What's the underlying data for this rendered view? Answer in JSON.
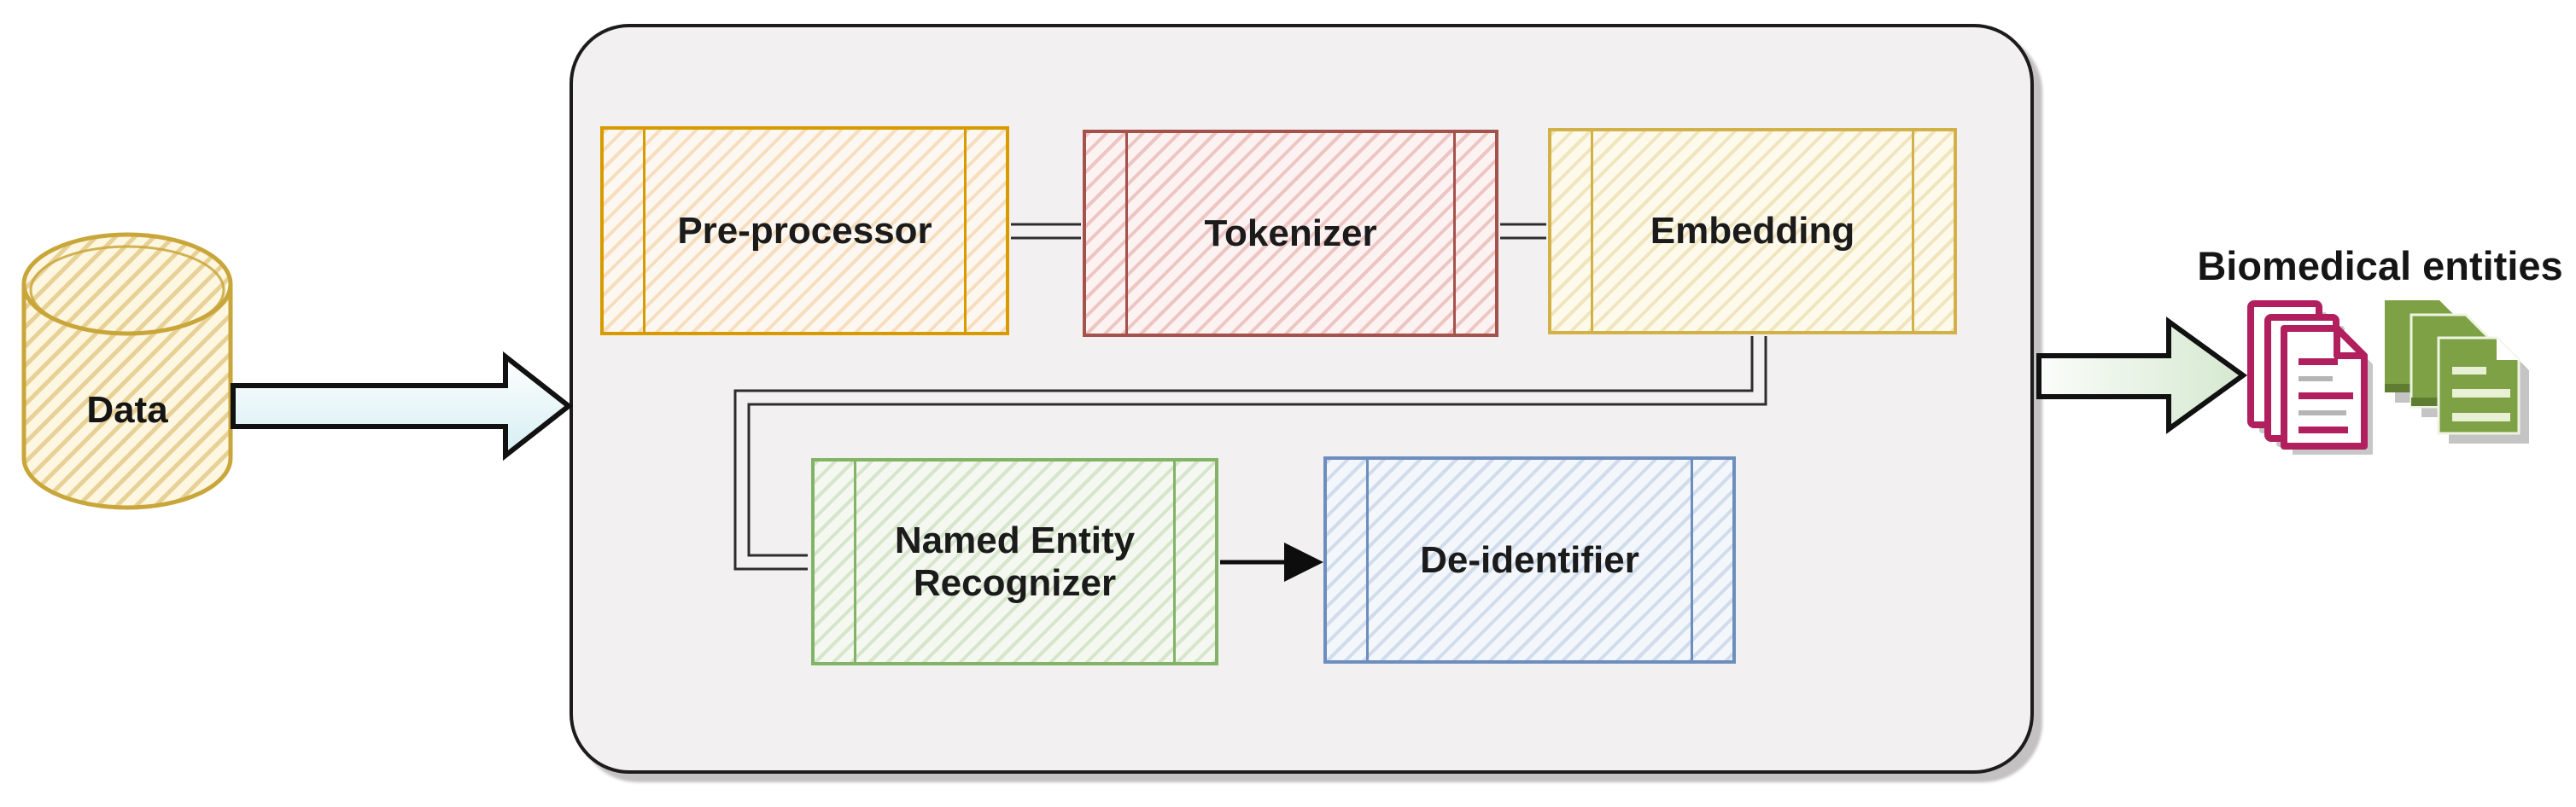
{
  "diagram": {
    "input_node": {
      "label": "Data",
      "shape": "database-cylinder"
    },
    "pipeline_boxes": [
      {
        "id": "preprocessor",
        "label": "Pre-processor",
        "border_color": "#d79b00"
      },
      {
        "id": "tokenizer",
        "label": "Tokenizer",
        "border_color": "#a5524d"
      },
      {
        "id": "embedding",
        "label": "Embedding",
        "border_color": "#d2b149"
      },
      {
        "id": "ner",
        "label": "Named Entity Recognizer",
        "line1": "Named Entity",
        "line2": "Recognizer",
        "border_color": "#82b366"
      },
      {
        "id": "deidentifier",
        "label": "De-identifier",
        "border_color": "#6c8ebf"
      }
    ],
    "output": {
      "label": "Biomedical entities"
    },
    "flow": {
      "connector_style_top_row": "double-line",
      "connector_style_ner_to_deid": "single-arrow",
      "input_arrow": "block-arrow",
      "output_arrow": "block-arrow"
    },
    "colors": {
      "container_fill": "#f2f0f1",
      "container_border": "#1c1c1c",
      "cylinder_stroke": "#c9a63a",
      "input_arrow_fill": "#ddf2f5",
      "output_arrow_fill": "#dcebd6",
      "docs_pink": "#b11f5f",
      "docs_green": "#7da144",
      "connector": "#2d2d2d"
    }
  }
}
